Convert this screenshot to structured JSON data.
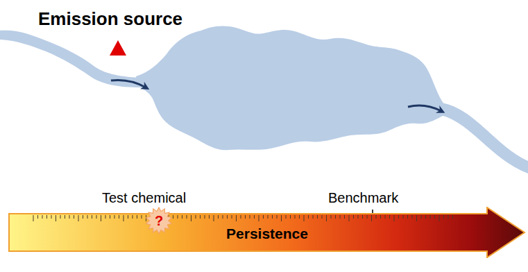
{
  "diagram": {
    "nodes": [
      {
        "text": [
          "Persistence"
        ]
      },
      {
        "text": [
          "?"
        ]
      }
    ],
    "labels": [
      "Emission source",
      "Test chemical",
      "Benchmark"
    ]
  }
}
